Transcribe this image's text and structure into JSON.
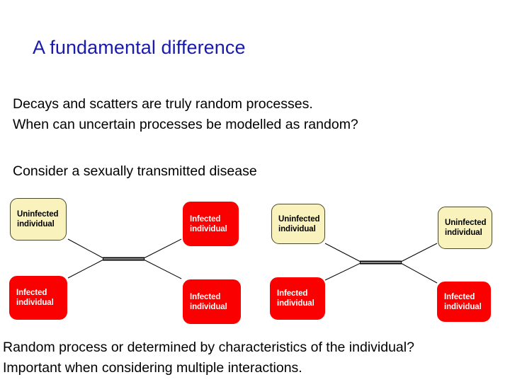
{
  "slide": {
    "title": "A fundamental difference",
    "title_color": "#1a1aad",
    "background": "#ffffff"
  },
  "intro": {
    "line1": "Decays and scatters are truly random processes.",
    "line2": "When can uncertain processes be modelled as random?"
  },
  "consider": {
    "line1": "Consider a sexually transmitted disease"
  },
  "closing": {
    "line1": "Random process or determined by characteristics of the individual?",
    "line2": "Important when considering multiple interactions."
  },
  "diagram": {
    "colors": {
      "uninfected_fill": "#faf2bd",
      "uninfected_border": "#4a4a2a",
      "uninfected_text": "#000000",
      "infected_fill": "#fa0000",
      "infected_text": "#ffffff",
      "connector": "#000000"
    },
    "groups": [
      {
        "name": "interaction-left",
        "nodes": [
          {
            "id": "left-top-in",
            "state": "uninfected",
            "line1": "Uninfected",
            "line2": "individual"
          },
          {
            "id": "left-bot-in",
            "state": "infected",
            "line1": "Infected",
            "line2": "individual"
          },
          {
            "id": "left-top-out",
            "state": "infected",
            "line1": "Infected",
            "line2": "individual"
          },
          {
            "id": "left-bot-out",
            "state": "infected",
            "line1": "Infected",
            "line2": "individual"
          }
        ]
      },
      {
        "name": "interaction-right",
        "nodes": [
          {
            "id": "right-top-in",
            "state": "uninfected",
            "line1": "Uninfected",
            "line2": "individual"
          },
          {
            "id": "right-bot-in",
            "state": "infected",
            "line1": "Infected",
            "line2": "individual"
          },
          {
            "id": "right-top-out",
            "state": "uninfected",
            "line1": "Uninfected",
            "line2": "individual"
          },
          {
            "id": "right-bot-out",
            "state": "infected",
            "line1": "Infected",
            "line2": "individual"
          }
        ]
      }
    ]
  }
}
